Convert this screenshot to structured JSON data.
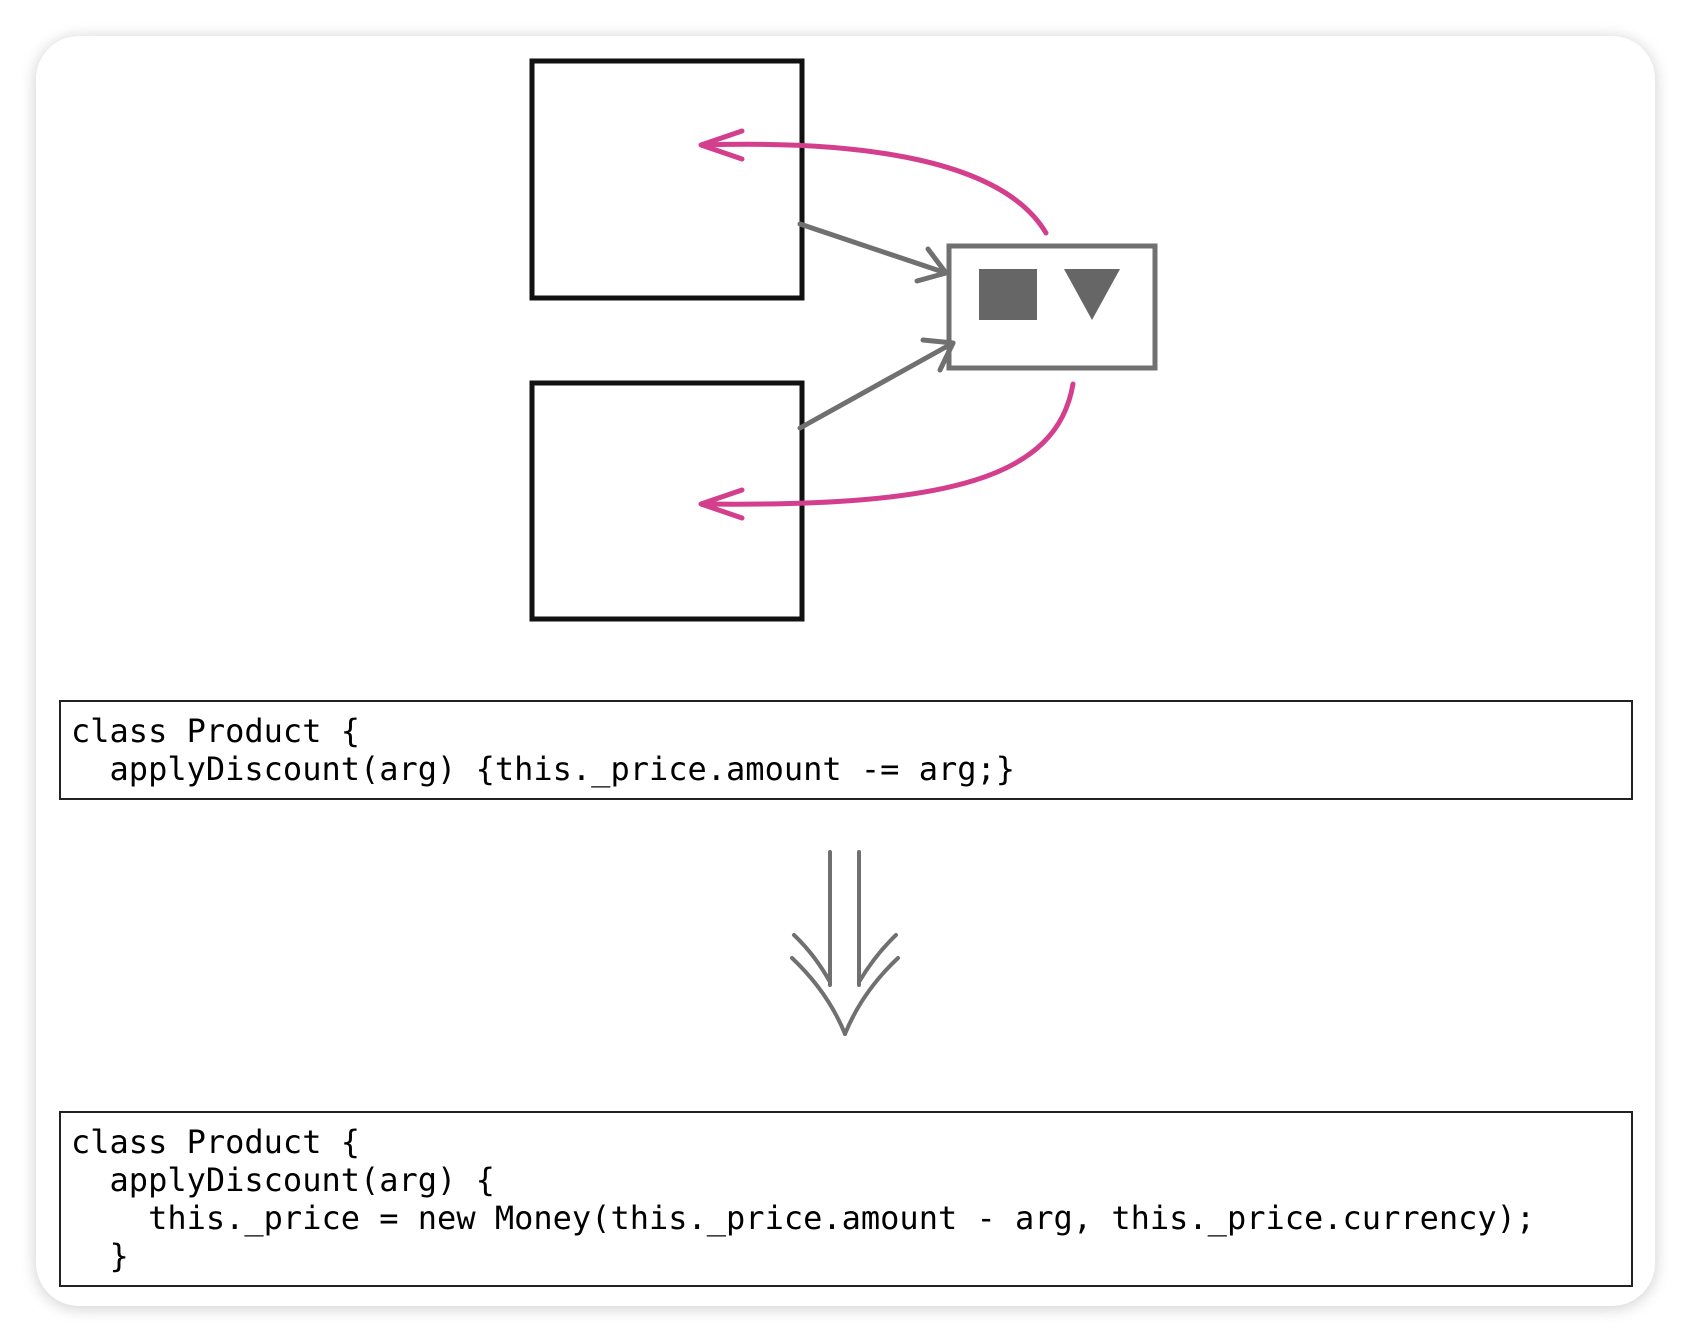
{
  "colors": {
    "accent": "#d43f8d",
    "gray": "#707070",
    "ink": "#111111",
    "border": "#222222"
  },
  "icons": {
    "shared_object_square": "square-icon",
    "shared_object_triangle": "triangle-down-icon",
    "transform_arrow": "double-down-arrow-icon"
  },
  "code_before": {
    "lines": [
      "class Product {",
      "  applyDiscount(arg) {this._price.amount -= arg;}"
    ]
  },
  "code_after": {
    "lines": [
      "class Product {",
      "  applyDiscount(arg) {",
      "    this._price = new Money(this._price.amount - arg, this._price.currency);",
      "  }"
    ]
  }
}
